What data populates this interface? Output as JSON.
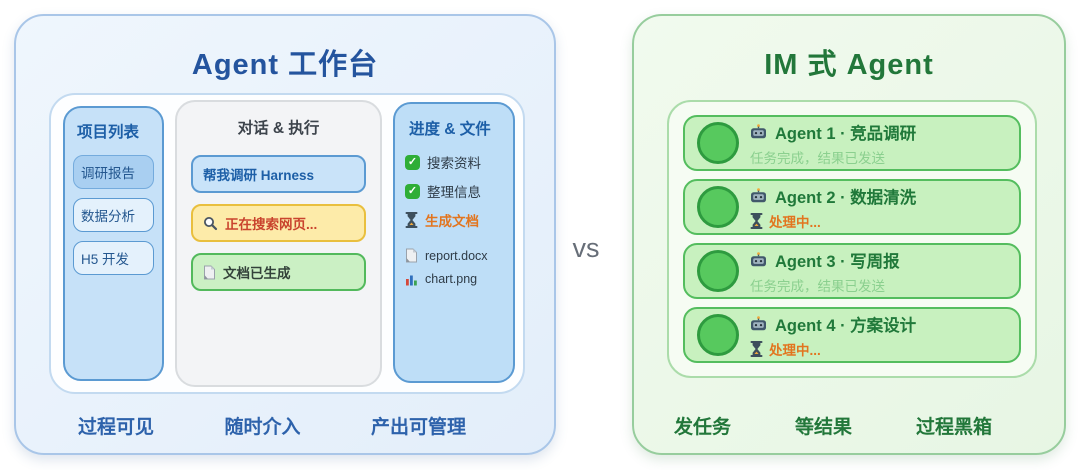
{
  "vs_label": "vs",
  "colors": {
    "blue_accent": "#2d62ab",
    "green_accent": "#22773a",
    "working_orange": "#e2751f",
    "done_status_green": "#8bd08f",
    "bubble_yellow_border": "#e9bf3e"
  },
  "left_panel": {
    "title": "Agent 工作台",
    "projects": {
      "header": "项目列表",
      "items": [
        {
          "label": "调研报告",
          "active": true
        },
        {
          "label": "数据分析",
          "active": false
        },
        {
          "label": "H5 开发",
          "active": false
        }
      ]
    },
    "dialog": {
      "header": "对话 & 执行",
      "bubbles": [
        {
          "text": "帮我调研 Harness",
          "type": "user"
        },
        {
          "text": "正在搜索网页...",
          "type": "working",
          "icon": "magnifier-icon"
        },
        {
          "text": "文档已生成",
          "type": "done",
          "icon": "document-icon"
        }
      ]
    },
    "progress": {
      "header": "进度 & 文件",
      "tasks": [
        {
          "label": "搜索资料",
          "status": "done"
        },
        {
          "label": "整理信息",
          "status": "done"
        },
        {
          "label": "生成文档",
          "status": "pending"
        }
      ],
      "files": [
        {
          "name": "report.docx",
          "icon": "document-icon"
        },
        {
          "name": "chart.png",
          "icon": "chart-icon"
        }
      ]
    },
    "footer": [
      "过程可见",
      "随时介入",
      "产出可管理"
    ]
  },
  "right_panel": {
    "title": "IM 式 Agent",
    "agents": [
      {
        "name": "Agent 1 · 竞品调研",
        "status": "任务完成，结果已发送",
        "state": "done"
      },
      {
        "name": "Agent 2 · 数据清洗",
        "status": "处理中...",
        "state": "working"
      },
      {
        "name": "Agent 3 · 写周报",
        "status": "任务完成，结果已发送",
        "state": "done"
      },
      {
        "name": "Agent 4 · 方案设计",
        "status": "处理中...",
        "state": "working"
      }
    ],
    "footer": [
      "发任务",
      "等结果",
      "过程黑箱"
    ]
  }
}
